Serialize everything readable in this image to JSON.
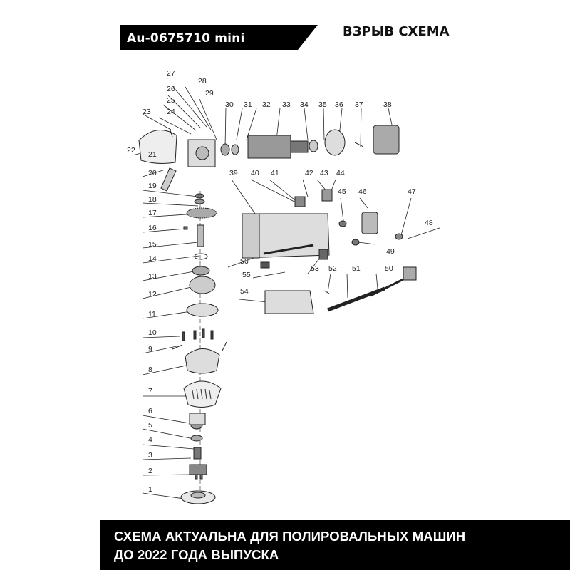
{
  "header": {
    "model_label": "Au-0675710 mini",
    "diagram_title": "ВЗРЫВ СХЕМА"
  },
  "footer": {
    "line1": "СХЕМА АКТУАЛЬНА ДЛЯ ПОЛИРОВАЛЬНЫХ МАШИН",
    "line2": "ДО 2022 ГОДА ВЫПУСКА"
  },
  "part_numbers": [
    "1",
    "2",
    "3",
    "4",
    "5",
    "6",
    "7",
    "8",
    "9",
    "10",
    "11",
    "12",
    "13",
    "14",
    "15",
    "16",
    "17",
    "18",
    "19",
    "20",
    "21",
    "22",
    "23",
    "24",
    "25",
    "26",
    "27",
    "28",
    "29",
    "30",
    "31",
    "32",
    "33",
    "34",
    "35",
    "36",
    "37",
    "38",
    "39",
    "40",
    "41",
    "42",
    "43",
    "44",
    "45",
    "46",
    "47",
    "48",
    "49",
    "50",
    "51",
    "52",
    "53",
    "54",
    "55",
    "56"
  ],
  "colors": {
    "banner": "#000000",
    "footer": "#000000",
    "line": "#222222"
  }
}
